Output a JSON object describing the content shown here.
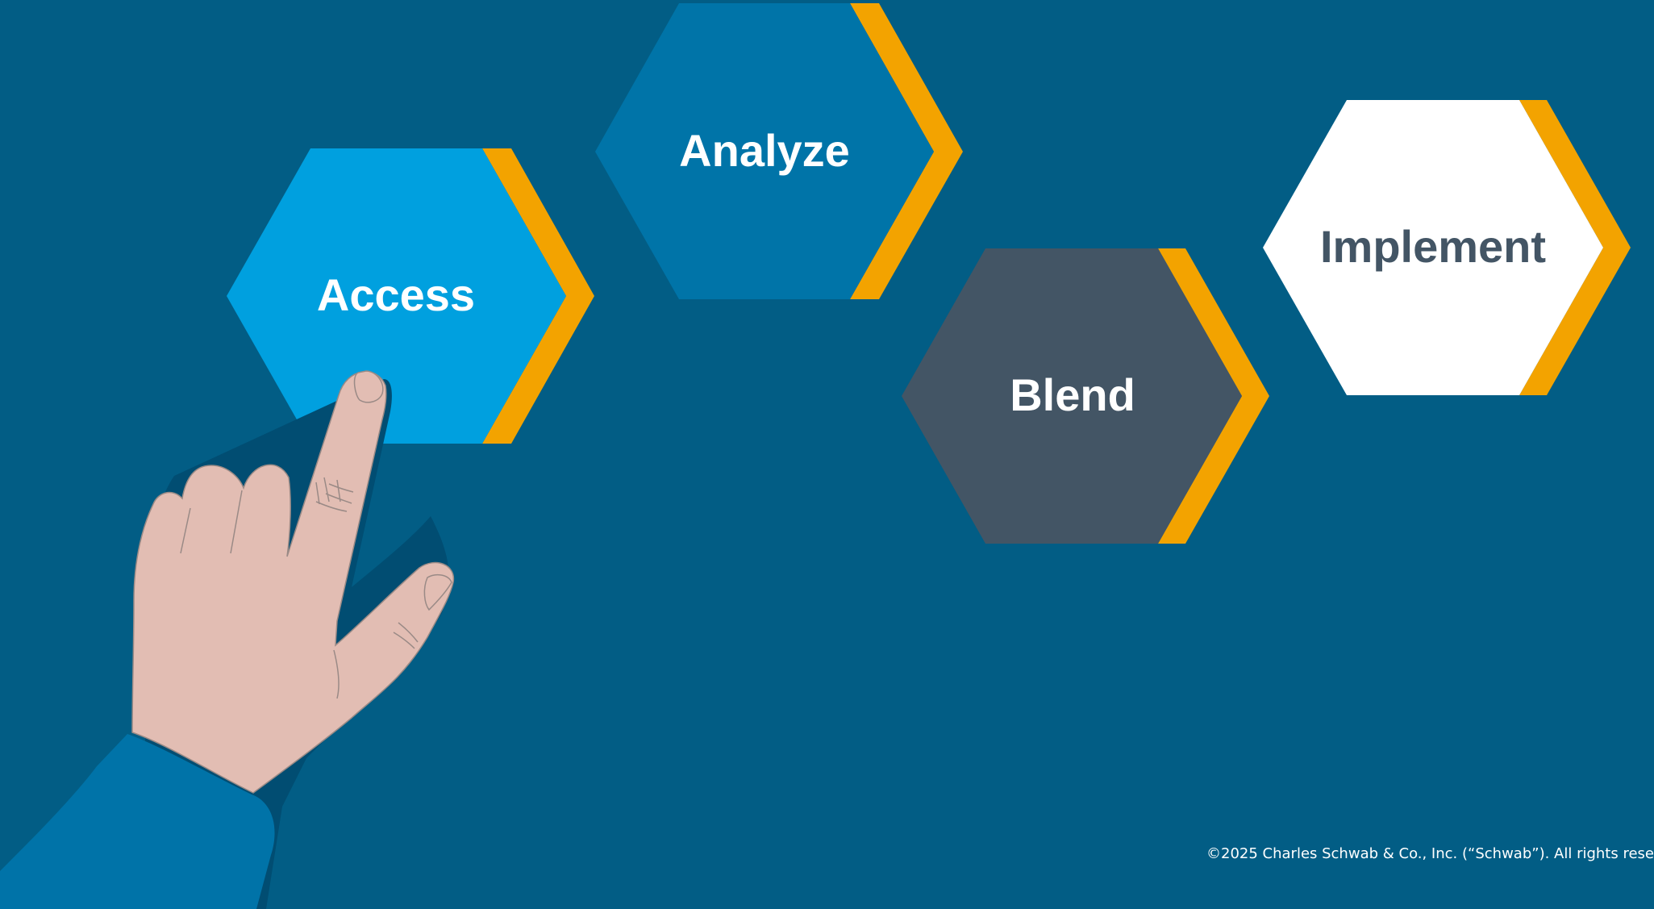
{
  "background_color": "#025d85",
  "steps": [
    {
      "label": "Access",
      "fill": "#00a0df",
      "text_color": "#ffffff",
      "accent": "#f3a300"
    },
    {
      "label": "Analyze",
      "fill": "#0074a8",
      "text_color": "#ffffff",
      "accent": "#f3a300"
    },
    {
      "label": "Blend",
      "fill": "#435565",
      "text_color": "#ffffff",
      "accent": "#f3a300"
    },
    {
      "label": "Implement",
      "fill": "#ffffff",
      "text_color": "#435565",
      "accent": "#f3a300"
    }
  ],
  "illustration": {
    "subject": "pointing-hand",
    "skin_color": "#e2bdb3",
    "sleeve_color": "#0073a8",
    "shadow_color": "#014d72"
  },
  "footer": {
    "copyright": "©2025 Charles Schwab & Co., Inc. (“Schwab”). All rights rese"
  }
}
